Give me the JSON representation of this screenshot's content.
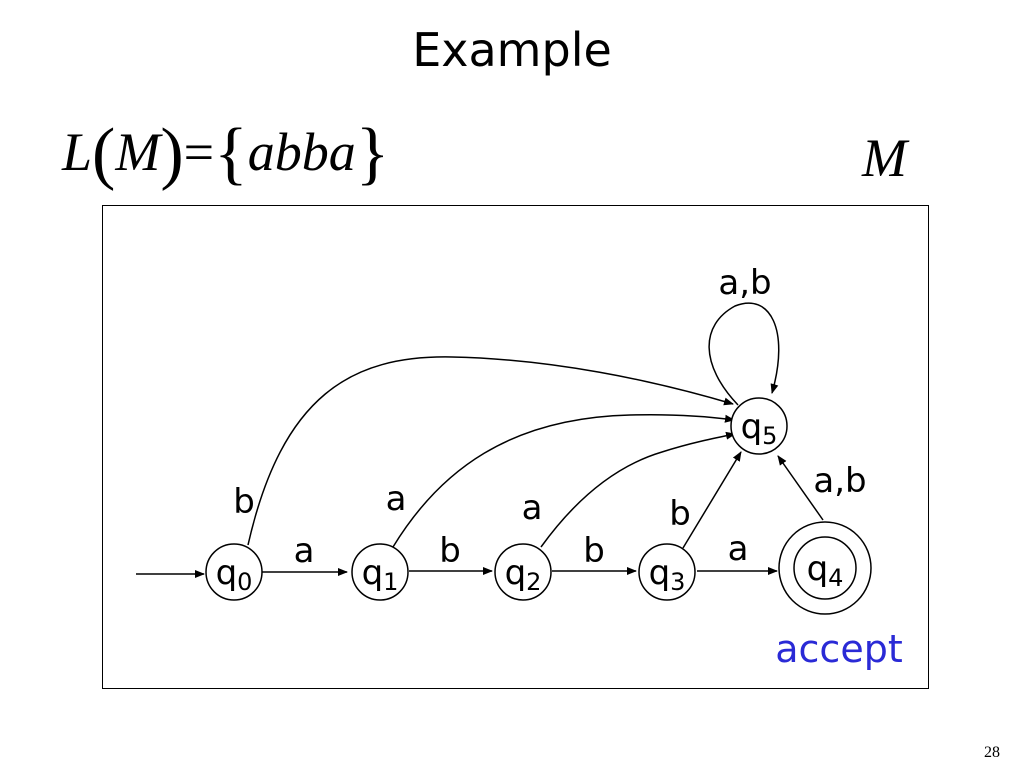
{
  "title": "Example",
  "formula": {
    "lhs_fn": "L",
    "lhs_open": "(",
    "lhs_arg": "M",
    "lhs_close": ")",
    "equals": "=",
    "set_open": "{",
    "word": "abba",
    "set_close": "}"
  },
  "machine_label": "M",
  "states": [
    {
      "id": "q0",
      "symbol": "q",
      "index": "0",
      "accepting": false
    },
    {
      "id": "q1",
      "symbol": "q",
      "index": "1",
      "accepting": false
    },
    {
      "id": "q2",
      "symbol": "q",
      "index": "2",
      "accepting": false
    },
    {
      "id": "q3",
      "symbol": "q",
      "index": "3",
      "accepting": false
    },
    {
      "id": "q4",
      "symbol": "q",
      "index": "4",
      "accepting": true
    },
    {
      "id": "q5",
      "symbol": "q",
      "index": "5",
      "accepting": false
    }
  ],
  "start_state": "q0",
  "transitions": [
    {
      "from": "q0",
      "to": "q1",
      "label": "a"
    },
    {
      "from": "q1",
      "to": "q2",
      "label": "b"
    },
    {
      "from": "q2",
      "to": "q3",
      "label": "b"
    },
    {
      "from": "q3",
      "to": "q4",
      "label": "a"
    },
    {
      "from": "q0",
      "to": "q5",
      "label": "b"
    },
    {
      "from": "q1",
      "to": "q5",
      "label": "a"
    },
    {
      "from": "q2",
      "to": "q5",
      "label": "a"
    },
    {
      "from": "q3",
      "to": "q5",
      "label": "b"
    },
    {
      "from": "q4",
      "to": "q5",
      "label": "a,b"
    },
    {
      "from": "q5",
      "to": "q5",
      "label": "a,b"
    }
  ],
  "accept_label": "accept",
  "colors": {
    "accept_text": "#2a2ad6",
    "stroke": "#000000",
    "background": "#ffffff"
  },
  "slide_number": "28"
}
